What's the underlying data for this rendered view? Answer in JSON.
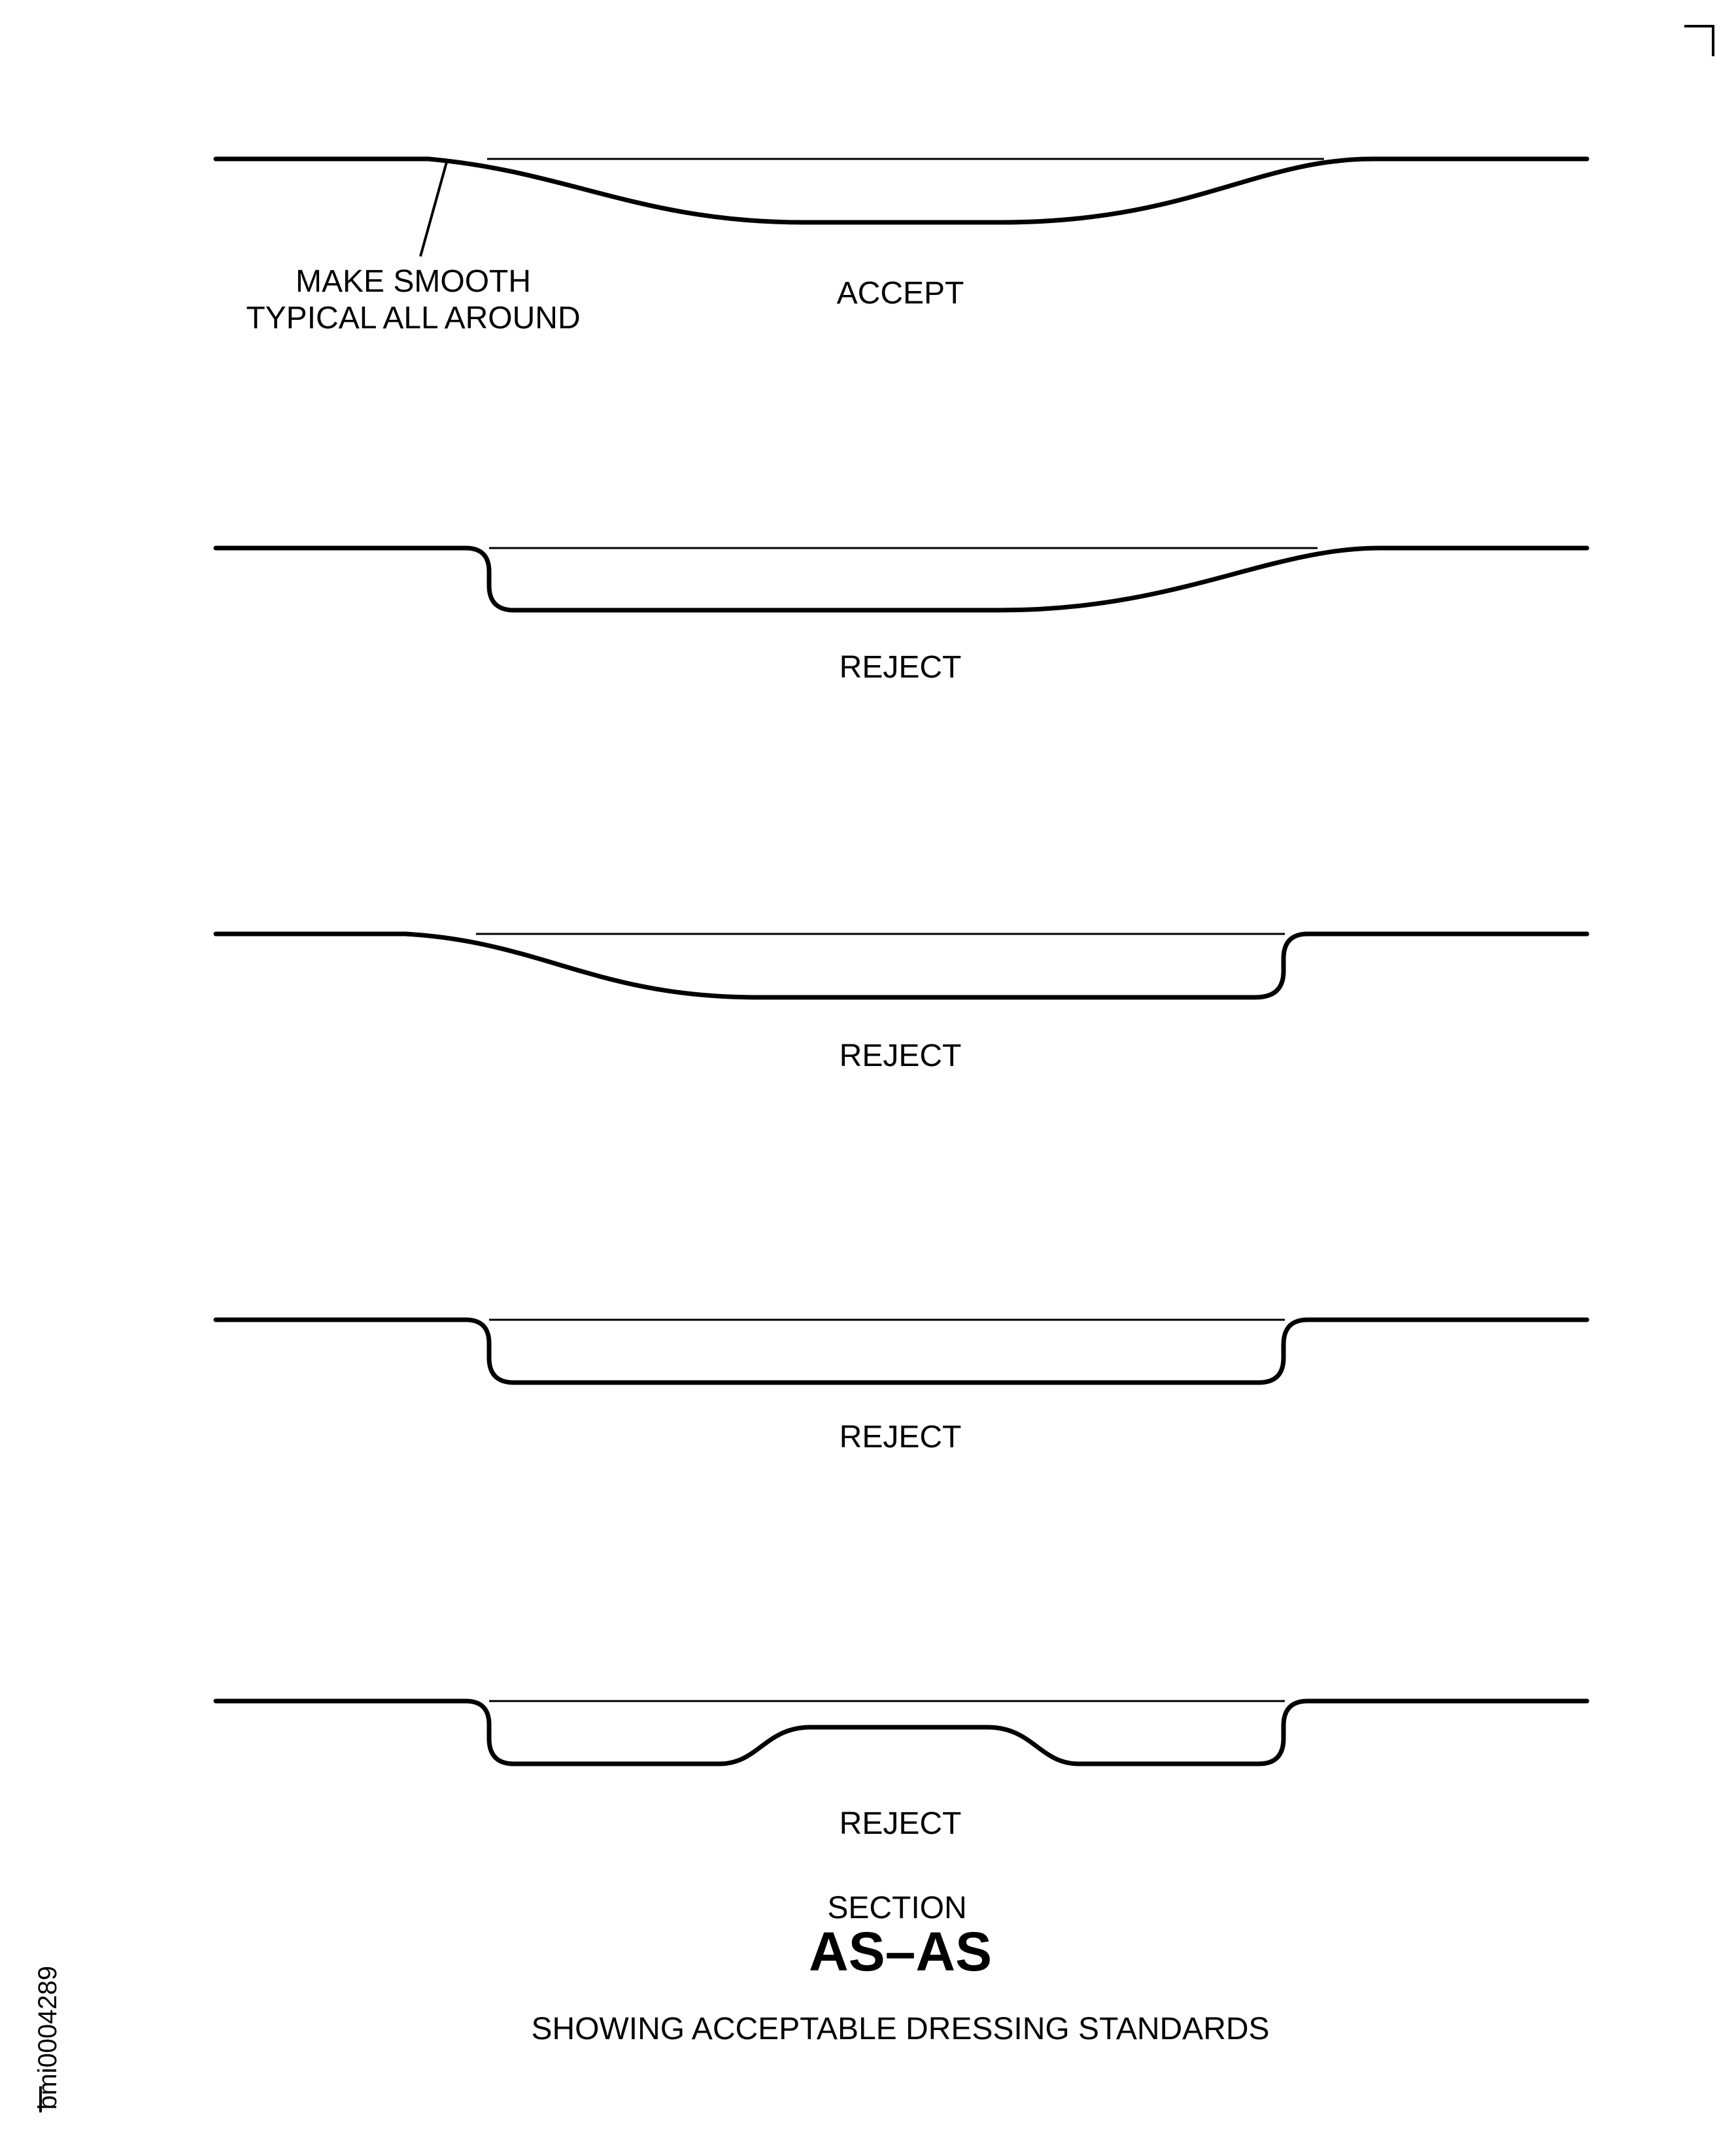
{
  "figure_id": "bmi0004289",
  "note": {
    "line1": "MAKE SMOOTH",
    "line2": "TYPICAL ALL AROUND"
  },
  "profiles": [
    {
      "label": "ACCEPT"
    },
    {
      "label": "REJECT"
    },
    {
      "label": "REJECT"
    },
    {
      "label": "REJECT"
    },
    {
      "label": "REJECT"
    }
  ],
  "section": {
    "prefix": "SECTION",
    "name": "AS–AS",
    "caption": "SHOWING ACCEPTABLE DRESSING STANDARDS"
  }
}
